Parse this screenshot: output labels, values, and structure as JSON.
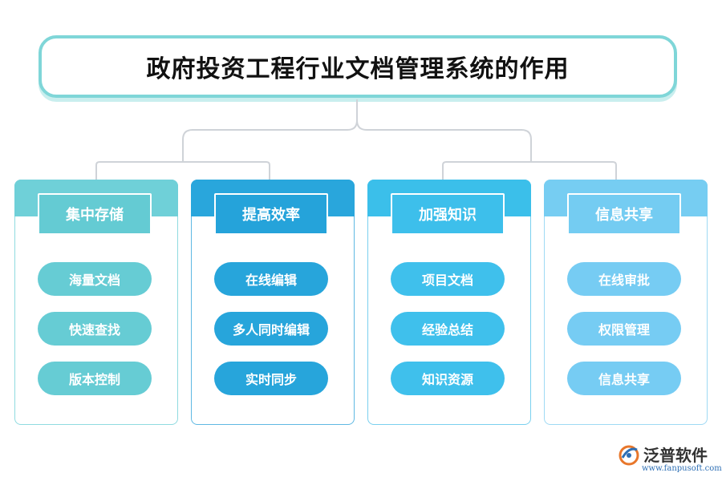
{
  "title": "政府投资工程行业文档管理系统的作用",
  "columns": [
    {
      "header": "集中存储",
      "items": [
        "海量文档",
        "快速查找",
        "版本控制"
      ],
      "colors": {
        "band": "#6fd0d8",
        "header": "#64cbd3",
        "pill": "#66ccd4",
        "border": "#8fdbe0"
      }
    },
    {
      "header": "提高效率",
      "items": [
        "在线编辑",
        "多人同时编辑",
        "实时同步"
      ],
      "colors": {
        "band": "#29a6dc",
        "header": "#25a3da",
        "pill": "#27a5db",
        "border": "#5fb9e3"
      }
    },
    {
      "header": "加强知识",
      "items": [
        "项目文档",
        "经验总结",
        "知识资源"
      ],
      "colors": {
        "band": "#3bbfea",
        "header": "#3dbfeb",
        "pill": "#3fc0ec",
        "border": "#7ad0ef"
      }
    },
    {
      "header": "信息共享",
      "items": [
        "在线审批",
        "权限管理",
        "信息共享"
      ],
      "colors": {
        "band": "#76cdf2",
        "header": "#74ccf2",
        "pill": "#76ccf3",
        "border": "#9fdaf4"
      }
    }
  ],
  "watermark": {
    "name": "泛普软件",
    "url": "www.fanpusoft.com",
    "icon": "fanpu-logo-icon"
  },
  "colors": {
    "connector": "#cfd3d8",
    "title_border": "#7fd6d8"
  }
}
